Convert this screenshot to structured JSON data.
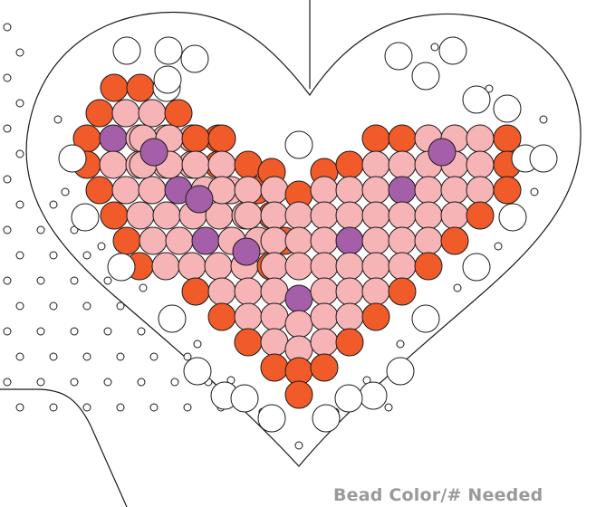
{
  "legend": {
    "title": "Bead Color/# Needed"
  },
  "colors": {
    "outline": "#1a1a1a",
    "background": "#ffffff",
    "empty_bead": "#ffffff",
    "orange": "#f15a29",
    "pink": "#f7b4b6",
    "purple": "#a55fa9",
    "legend_text": "#9a9a9a"
  },
  "pattern": {
    "description_colors": [
      "orange",
      "pink",
      "purple"
    ]
  }
}
